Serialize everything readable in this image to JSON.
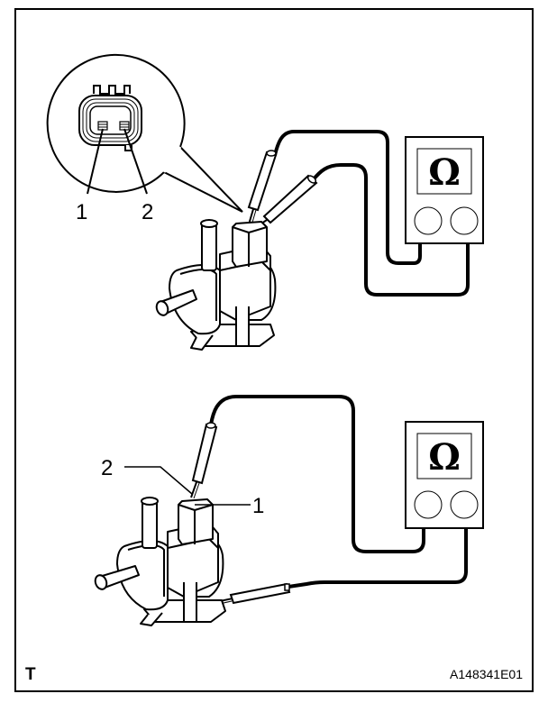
{
  "figure": {
    "type": "service-manual-illustration",
    "subject": "Solenoid valve resistance check with ohmmeter",
    "corner_code": "T",
    "figure_id": "A148341E01",
    "colors": {
      "line": "#000000",
      "background": "#ffffff"
    }
  },
  "top_diagram": {
    "connector_view": {
      "terminals": [
        {
          "label": "1"
        },
        {
          "label": "2"
        }
      ]
    },
    "meter": {
      "symbol": "Ω",
      "icon": "ohmmeter-icon"
    },
    "probes": 2
  },
  "bottom_diagram": {
    "callouts": [
      {
        "label": "2"
      },
      {
        "label": "1"
      }
    ],
    "meter": {
      "symbol": "Ω",
      "icon": "ohmmeter-icon"
    },
    "probes": 2
  }
}
